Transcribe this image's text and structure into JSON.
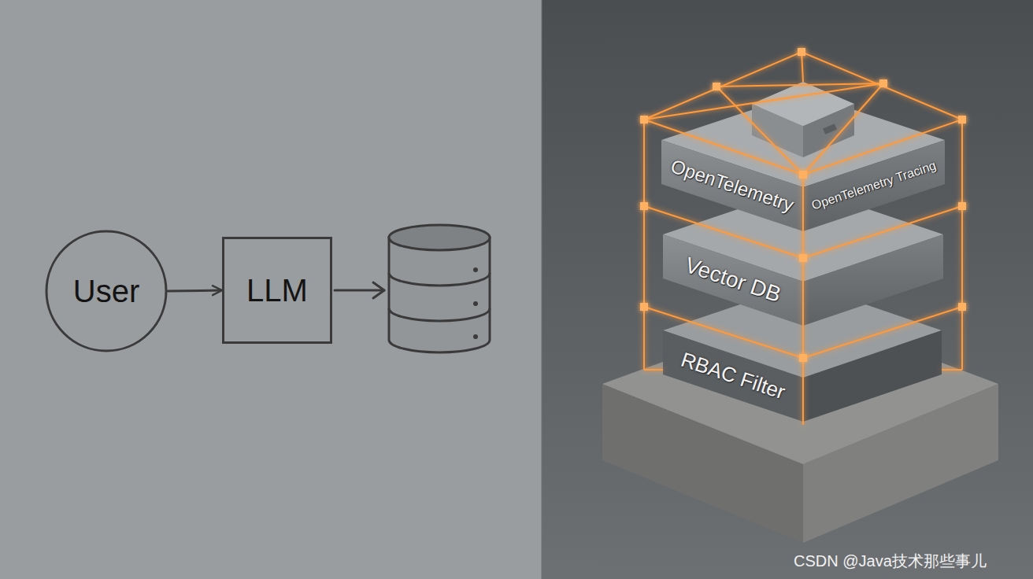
{
  "diagram": {
    "nodes": [
      {
        "text": [
          "User"
        ]
      },
      {
        "text": [
          "LLM"
        ]
      },
      {
        "text": [
          "OpenTelemetry",
          "OpenTelemetry Tracing"
        ]
      },
      {
        "text": [
          "Vector DB"
        ]
      },
      {
        "text": [
          "RBAC Filter"
        ]
      }
    ],
    "edges": [
      {
        "from": 0,
        "to": 1,
        "arrow": "to"
      }
    ],
    "labels": [
      "CSDN @Java技术那些事儿"
    ]
  }
}
